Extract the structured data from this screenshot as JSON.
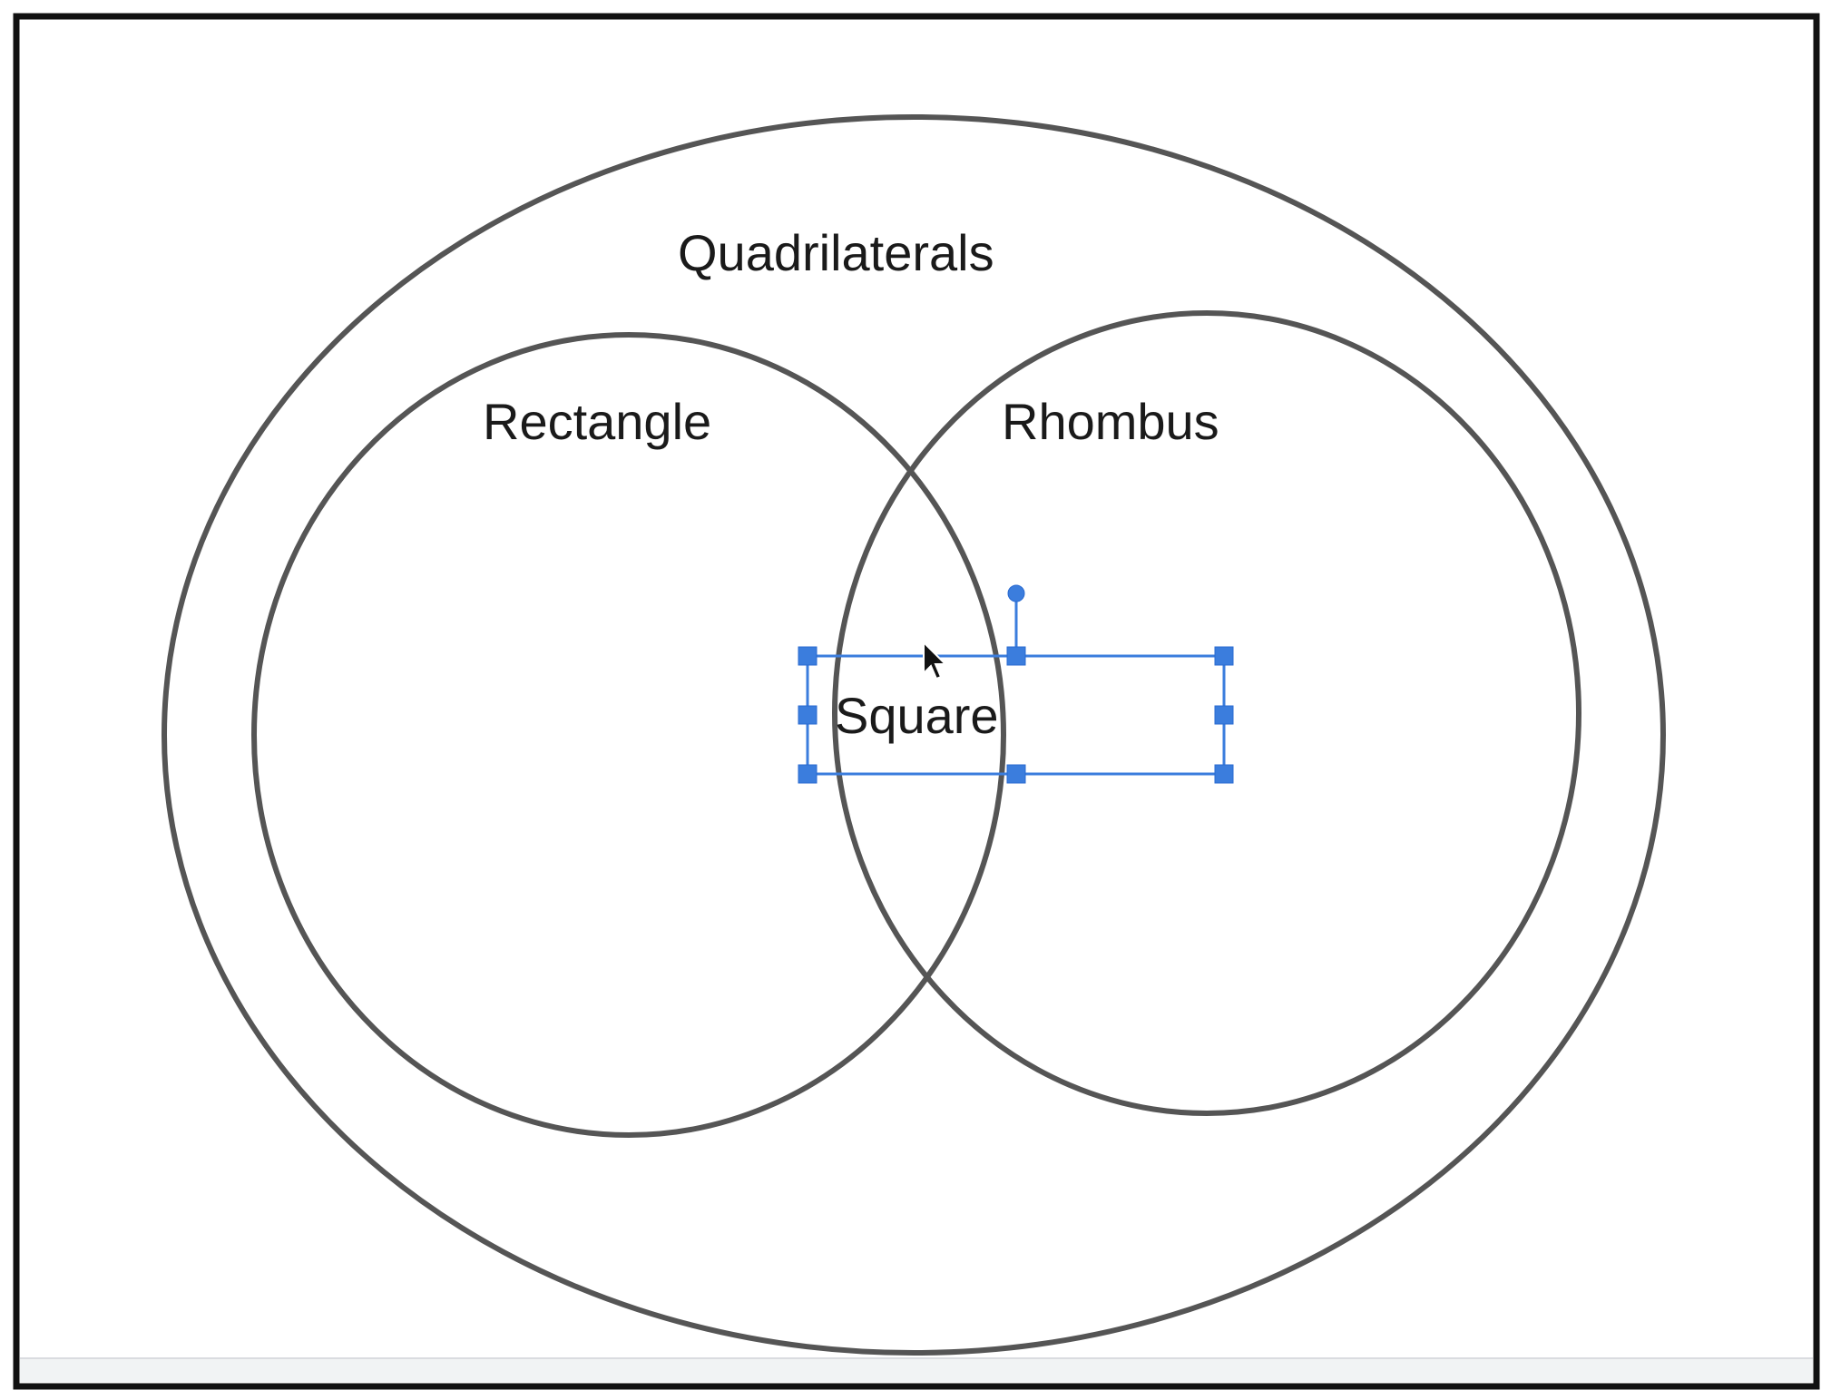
{
  "diagram": {
    "type": "venn",
    "sets": [
      {
        "id": "quadrilaterals",
        "label": "Quadrilaterals"
      },
      {
        "id": "rectangle",
        "label": "Rectangle"
      },
      {
        "id": "rhombus",
        "label": "Rhombus"
      },
      {
        "id": "square",
        "label": "Square"
      }
    ]
  },
  "editor": {
    "selected_object": "Square",
    "cursor_icon": "arrow-pointer-icon"
  },
  "colors": {
    "outline": "#555555",
    "selection": "#3b7ddd",
    "frame": "#111111",
    "background": "#ffffff"
  }
}
